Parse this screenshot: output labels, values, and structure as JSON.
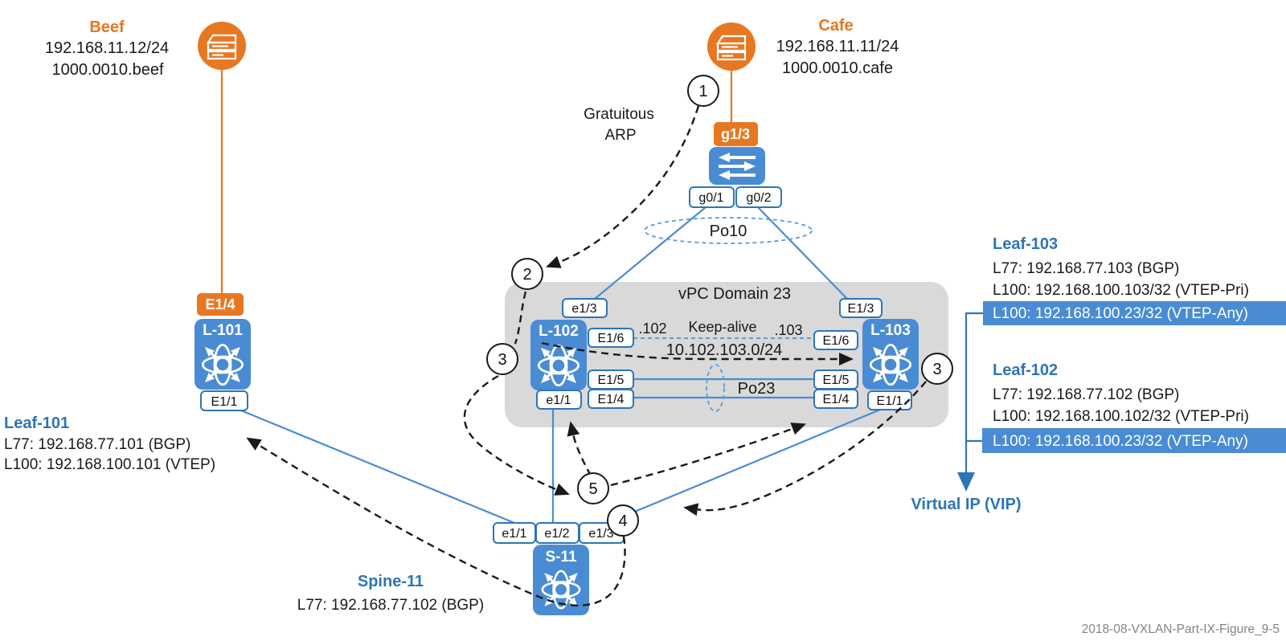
{
  "hosts": {
    "beef": {
      "name": "Beef",
      "ip": "192.168.11.12/24",
      "mac": "1000.0010.beef"
    },
    "cafe": {
      "name": "Cafe",
      "ip": "192.168.11.11/24",
      "mac": "1000.0010.cafe"
    }
  },
  "access_switch": {
    "uplink_port": "g1/3",
    "port1": "g0/1",
    "port2": "g0/2",
    "portchannel": "Po10"
  },
  "vpc": {
    "title": "vPC Domain 23",
    "portchannel": "Po23",
    "keepalive_left": ".102",
    "keepalive_label": "Keep-alive",
    "keepalive_right": ".103",
    "peer_link_subnet": "10.102.103.0/24"
  },
  "devices": {
    "l101": {
      "label": "L-101",
      "uplink_port": "E1/4",
      "downlink_port": "E1/1"
    },
    "l102": {
      "label": "L-102",
      "port_e13": "e1/3",
      "port_e16": "E1/6",
      "port_e15": "E1/5",
      "port_e14": "E1/4",
      "port_e11": "e1/1"
    },
    "l103": {
      "label": "L-103",
      "port_e13": "E1/3",
      "port_e16": "E1/6",
      "port_e15": "E1/5",
      "port_e14": "E1/4",
      "port_e11": "E1/1"
    },
    "s11": {
      "label": "S-11",
      "port_e11": "e1/1",
      "port_e12": "e1/2",
      "port_e13": "e1/3"
    }
  },
  "steps": {
    "s1": "1",
    "s2": "2",
    "s3_left": "3",
    "s3_right": "3",
    "s4": "4",
    "s5": "5"
  },
  "annotations": {
    "garp_line1": "Gratuitous",
    "garp_line2": "ARP",
    "vip_label": "Virtual IP (VIP)",
    "figure_caption": "2018-08-VXLAN-Part-IX-Figure_9-5"
  },
  "info_blocks": {
    "leaf101": {
      "name": "Leaf-101",
      "line1": "L77: 192.168.77.101 (BGP)",
      "line2": "L100: 192.168.100.101 (VTEP)"
    },
    "spine11": {
      "name": "Spine-11",
      "line1": "L77: 192.168.77.102 (BGP)"
    },
    "leaf103": {
      "name": "Leaf-103",
      "line1": "L77: 192.168.77.103 (BGP)",
      "line2": "L100: 192.168.100.103/32 (VTEP-Pri)",
      "highlight": "L100: 192.168.100.23/32 (VTEP-Any)"
    },
    "leaf102": {
      "name": "Leaf-102",
      "line1": "L77: 192.168.77.102 (BGP)",
      "line2": "L100: 192.168.100.102/32 (VTEP-Pri)",
      "highlight": "L100: 192.168.100.23/32 (VTEP-Any)"
    }
  },
  "colors": {
    "orange": "#E87722",
    "device_blue": "#4A8CD3",
    "border_blue": "#2E75B6",
    "light_blue": "#5B9BD5",
    "panel_gray": "#D9D9D9",
    "text_blue": "#2E74B5",
    "caption_gray": "#848484"
  }
}
